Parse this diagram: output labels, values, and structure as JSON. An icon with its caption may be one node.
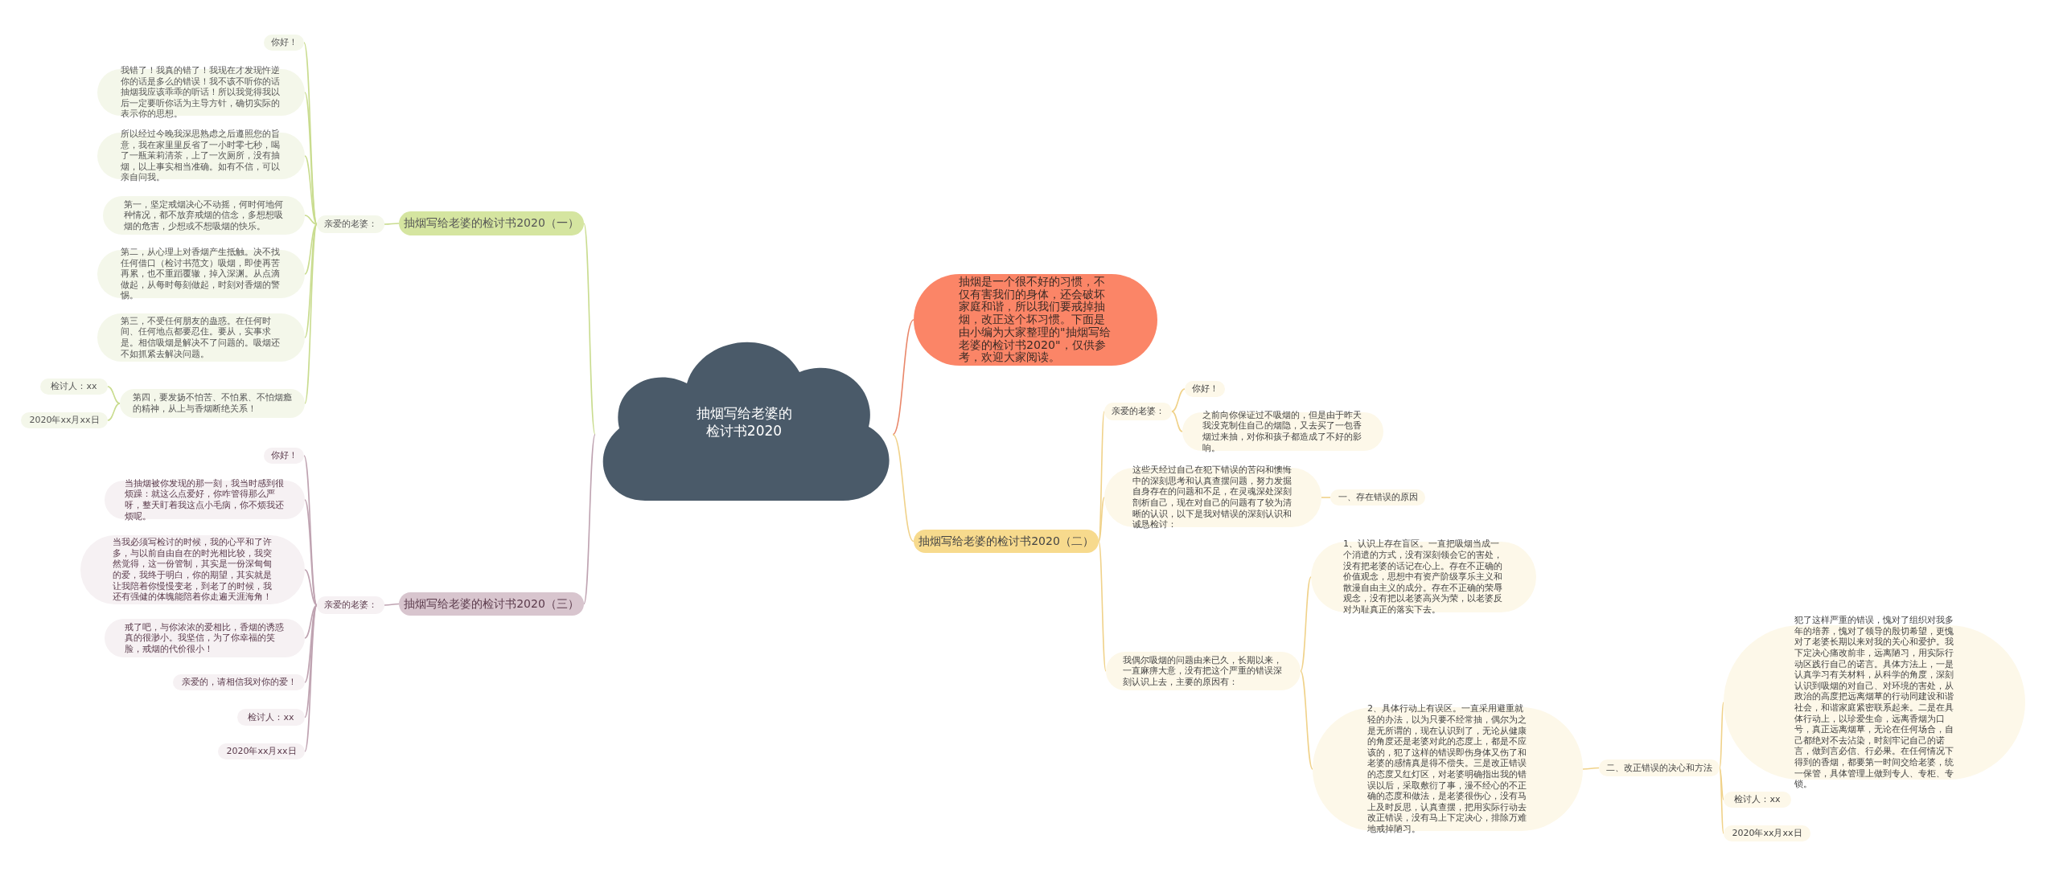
{
  "diagram": {
    "nodes": [
      {
        "text": [
          "抽烟写给老婆的检讨书2020"
        ]
      },
      {
        "text": [
          "抽烟是一个很不好的习惯，不仅有害我们的身体，还会破坏家庭和谐，所以我们要戒掉抽烟，改正这个坏习惯。下面是由小编为大家整理的\"抽烟写给老婆的检讨书2020\"，仅供参考，欢迎大家阅读。"
        ]
      },
      {
        "text": [
          "抽烟写给老婆的检讨书2020（一）"
        ]
      },
      {
        "text": [
          "亲爱的老婆："
        ]
      },
      {
        "text": [
          "你好！"
        ]
      },
      {
        "text": [
          "我错了！我真的错了！我现在才发现忤逆你的话是多么的错误！我不该不听你的话抽烟我应该乖乖的听话！所以我觉得我以后一定要听你话为主导方针，确切实际的表示你的思想。"
        ]
      },
      {
        "text": [
          "所以经过今晚我深思熟虑之后遵照您的旨意，我在家里里反省了一小时零七秒，喝了一瓶茉莉清茶，上了一次厕所，没有抽烟，以上事实相当准确。如有不信，可以亲自问我。"
        ]
      },
      {
        "text": [
          "第一，坚定戒烟决心不动摇，何时何地何种情况，都不放弃戒烟的信念，多想想吸烟的危害，少想或不想吸烟的快乐。"
        ]
      },
      {
        "text": [
          "第二，从心理上对香烟产生抵触。决不找任何借口（检讨书范文）吸烟，即使再苦再累，也不重蹈覆辙，掉入深渊。从点滴做起，从每时每刻做起，时刻对香烟的警惕。"
        ]
      },
      {
        "text": [
          "第三，不受任何朋友的蛊惑。在任何时间、任何地点都要忍住。要从，实事求是。相信吸烟是解决不了问题的。吸烟还不如抓紧去解决问题。"
        ]
      },
      {
        "text": [
          "第四，要发扬不怕苦、不怕累、不怕烟瘾的精神，从上与香烟断绝关系！"
        ]
      },
      {
        "text": [
          "检讨人：xx"
        ]
      },
      {
        "text": [
          "2020年xx月xx日"
        ]
      },
      {
        "text": [
          "抽烟写给老婆的检讨书2020（二）"
        ]
      },
      {
        "text": [
          "亲爱的老婆："
        ]
      },
      {
        "text": [
          "你好！"
        ]
      },
      {
        "text": [
          "之前向你保证过不吸烟的，但是由于昨天我没克制住自己的烟隐，又去买了一包香烟过来抽，对你和孩子都造成了不好的影响。"
        ]
      },
      {
        "text": [
          "这些天经过自己在犯下错误的苦闷和懊悔中的深刻思考和认真查摆问题，努力发掘自身存在的问题和不足，在灵魂深处深刻剖析自己，现在对自己的问题有了较为清晰的认识，以下是我对错误的深刻认识和诚恳检讨："
        ]
      },
      {
        "text": [
          "一、存在错误的原因"
        ]
      },
      {
        "text": [
          "我偶尔吸烟的问题由来已久，长期以来，一直麻痹大意，没有把这个严重的错误深刻认识上去，主要的原因有："
        ]
      },
      {
        "text": [
          "1、认识上存在盲区。一直把吸烟当成一个消遣的方式，没有深刻领会它的害处，没有把老婆的话记在心上。存在不正确的价值观念，思想中有资产阶级享乐主义和散漫自由主义的成分。存在不正确的荣辱观念，没有把以老婆高兴为荣，以老婆反对为耻真正的落实下去。"
        ]
      },
      {
        "text": [
          "2、具体行动上有误区。一直采用避重就轻的办法，以为只要不经常抽，偶尔为之是无所谓的，现在认识到了，无论从健康的角度还是老婆对此的态度上，都是不应该的，犯了这样的错误即伤身体又伤了和老婆的感情真是得不偿失。三是改正错误的态度又红灯区，对老婆明确指出我的错误以后，采取敷衍了事，漫不经心的不正确的态度和做法，是老婆很伤心，没有马上及时反思，认真查摆，把用实际行动去改正错误，没有马上下定决心，排除万难地戒掉陋习。"
        ]
      },
      {
        "text": [
          "二、改正错误的决心和方法"
        ]
      },
      {
        "text": [
          "犯了这样严重的错误，愧对了组织对我多年的培养，愧对了领导的殷切希望，更愧对了老婆长期以来对我的关心和爱护。我下定决心痛改前非，远离陋习，用实际行动区践行自己的诺言。具体方法上，一是认真学习有关材料，从科学的角度，深刻认识到吸烟的对自己、对环境的害处，从政治的高度把远离烟草的行动同建设和谐社会，和谐家庭紧密联系起来。二是在具体行动上，以珍爱生命，远离香烟为口号，真正远离烟草，无论在任何场合，自己都绝对不去沾染，时刻牢记自己的诺言，做到言必信、行必果。在任何情况下得到的香烟，都要第一时间交给老婆，统一保管，具体管理上做到专人、专柜、专锁。"
        ]
      },
      {
        "text": [
          "检讨人：xx"
        ]
      },
      {
        "text": [
          "2020年xx月xx日"
        ]
      },
      {
        "text": [
          "抽烟写给老婆的检讨书2020（三）"
        ]
      },
      {
        "text": [
          "亲爱的老婆："
        ]
      },
      {
        "text": [
          "你好！"
        ]
      },
      {
        "text": [
          "当抽烟被你发现的那一刻，我当时感到很烦躁：就这么点爱好，你咋管得那么严呀，整天盯着我这点小毛病，你不烦我还烦呢。"
        ]
      },
      {
        "text": [
          "当我必须写检讨的时候，我的心平和了许多，与以前自由自在的时光相比较，我突然觉得，这一份管制，其实是一份深甸甸的爱，我终于明白，你的期望，其实就是让我陪着你慢慢变老，到老了的时候，我还有强健的体魄能陪着你走遍天涯海角！"
        ]
      },
      {
        "text": [
          "戒了吧，与你浓浓的爱相比，香烟的诱惑真的很渺小。我坚信，为了你幸福的笑脸，戒烟的代价很小！"
        ]
      },
      {
        "text": [
          "亲爱的，请相信我对你的爱！"
        ]
      },
      {
        "text": [
          "检讨人：xx"
        ]
      },
      {
        "text": [
          "2020年xx月xx日"
        ]
      }
    ],
    "edges": [
      {
        "from": 0,
        "to": 1,
        "arrow": "none",
        "color": "#e9876a"
      },
      {
        "from": 0,
        "to": 2,
        "arrow": "none",
        "color": "#c9dc8f"
      },
      {
        "from": 2,
        "to": 3,
        "arrow": "none",
        "color": "#c9dc8f"
      },
      {
        "from": 3,
        "to": 4,
        "arrow": "none",
        "color": "#c9dc8f"
      },
      {
        "from": 3,
        "to": 5,
        "arrow": "none",
        "color": "#c9dc8f"
      },
      {
        "from": 3,
        "to": 6,
        "arrow": "none",
        "color": "#c9dc8f"
      },
      {
        "from": 3,
        "to": 7,
        "arrow": "none",
        "color": "#c9dc8f"
      },
      {
        "from": 3,
        "to": 8,
        "arrow": "none",
        "color": "#c9dc8f"
      },
      {
        "from": 3,
        "to": 9,
        "arrow": "none",
        "color": "#c9dc8f"
      },
      {
        "from": 3,
        "to": 10,
        "arrow": "none",
        "color": "#c9dc8f"
      },
      {
        "from": 10,
        "to": 11,
        "arrow": "none",
        "color": "#c9dc8f"
      },
      {
        "from": 10,
        "to": 12,
        "arrow": "none",
        "color": "#c9dc8f"
      },
      {
        "from": 0,
        "to": 13,
        "arrow": "none"
      },
      {
        "from": 13,
        "to": 14,
        "arrow": "none"
      },
      {
        "from": 14,
        "to": 15,
        "arrow": "none"
      },
      {
        "from": 14,
        "to": 16,
        "arrow": "none"
      },
      {
        "from": 13,
        "to": 17,
        "arrow": "none"
      },
      {
        "from": 17,
        "to": 18,
        "arrow": "none"
      },
      {
        "from": 13,
        "to": 19,
        "arrow": "none"
      },
      {
        "from": 19,
        "to": 20,
        "arrow": "none"
      },
      {
        "from": 19,
        "to": 21,
        "arrow": "none"
      },
      {
        "from": 21,
        "to": 22,
        "arrow": "none"
      },
      {
        "from": 22,
        "to": 23,
        "arrow": "none"
      },
      {
        "from": 22,
        "to": 24,
        "arrow": "none"
      },
      {
        "from": 22,
        "to": 25,
        "arrow": "none"
      },
      {
        "from": 0,
        "to": 26,
        "arrow": "none",
        "color": "#bfa3b1"
      },
      {
        "from": 26,
        "to": 27,
        "arrow": "none",
        "color": "#bfa3b1"
      },
      {
        "from": 27,
        "to": 28,
        "arrow": "none",
        "color": "#bfa3b1"
      },
      {
        "from": 27,
        "to": 29,
        "arrow": "none",
        "color": "#bfa3b1"
      },
      {
        "from": 27,
        "to": 30,
        "arrow": "none",
        "color": "#bfa3b1"
      },
      {
        "from": 27,
        "to": 31,
        "arrow": "none",
        "color": "#bfa3b1"
      },
      {
        "from": 27,
        "to": 32,
        "arrow": "none",
        "color": "#bfa3b1"
      },
      {
        "from": 27,
        "to": 33,
        "arrow": "none",
        "color": "#bfa3b1"
      },
      {
        "from": 27,
        "to": 34,
        "arrow": "none",
        "color": "#bfa3b1"
      }
    ]
  }
}
